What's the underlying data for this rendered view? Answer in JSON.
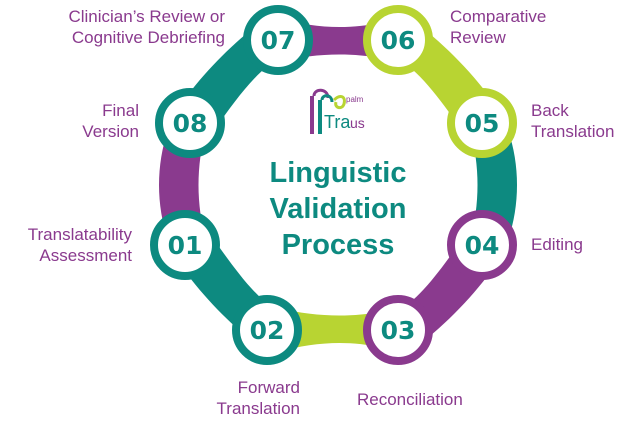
{
  "colors": {
    "teal": "#0d8a80",
    "purple": "#8a3a8e",
    "lime": "#b8d432",
    "label": "#8a3a8e",
    "number": "#0d8a80"
  },
  "logo": {
    "small_text": "palm",
    "main_text": "Tra",
    "suffix_text": "us",
    "icon_name": "palm-tree-logo-icon"
  },
  "center": {
    "line1": "Linguistic",
    "line2": "Validation",
    "line3": "Process"
  },
  "steps": [
    {
      "number": "01",
      "label_line1": "Translatability",
      "label_line2": "Assessment"
    },
    {
      "number": "02",
      "label_line1": "Forward",
      "label_line2": "Translation"
    },
    {
      "number": "03",
      "label_line1": "Reconciliation",
      "label_line2": ""
    },
    {
      "number": "04",
      "label_line1": "Editing",
      "label_line2": ""
    },
    {
      "number": "05",
      "label_line1": "Back",
      "label_line2": "Translation"
    },
    {
      "number": "06",
      "label_line1": "Comparative",
      "label_line2": "Review"
    },
    {
      "number": "07",
      "label_line1": "Clinician’s Review or",
      "label_line2": "Cognitive Debriefing"
    },
    {
      "number": "08",
      "label_line1": "Final",
      "label_line2": "Version"
    }
  ]
}
